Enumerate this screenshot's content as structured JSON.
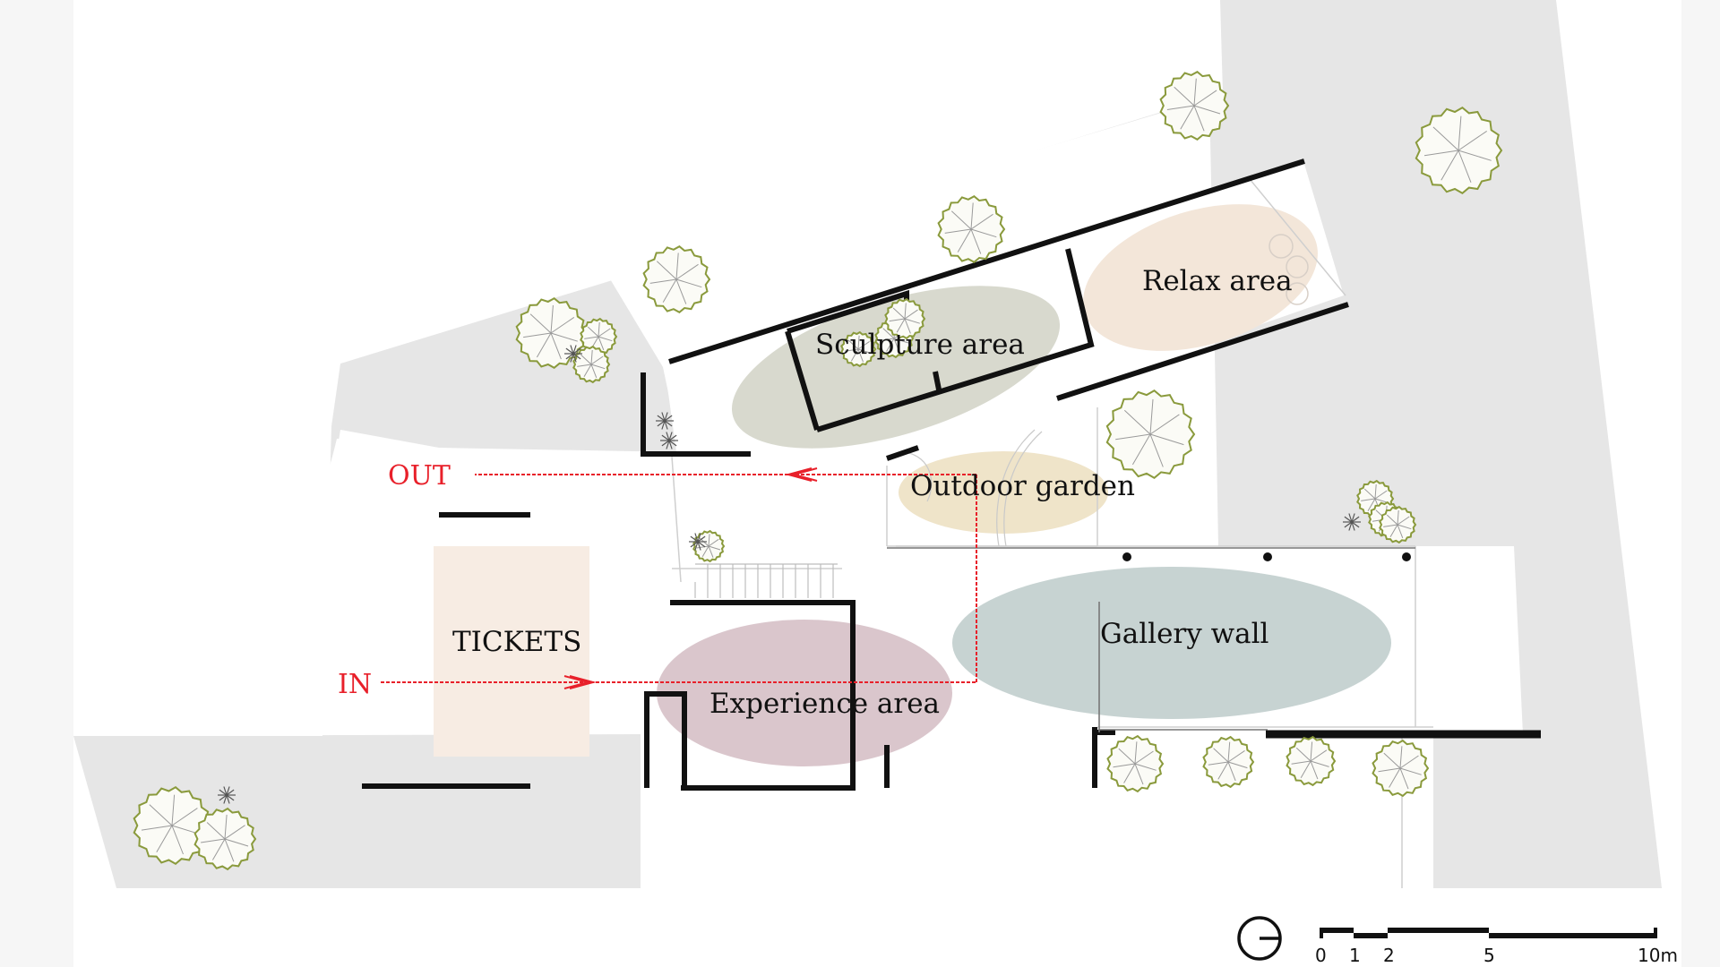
{
  "areas": {
    "relax": "Relax area",
    "sculpture": "Sculpture area",
    "outdoor_garden": "Outdoor garden",
    "gallery_wall": "Gallery wall",
    "tickets": "TICKETS",
    "experience": "Experience area"
  },
  "flow": {
    "in_label": "IN",
    "out_label": "OUT",
    "color": "#e8202a"
  },
  "scale_bar": {
    "ticks": [
      "0",
      "1",
      "2",
      "5",
      "10m"
    ]
  },
  "colors": {
    "wall": "#111111",
    "ground": "#e6e6e6",
    "paper": "#ffffff",
    "relax": "#f3e6d9",
    "sculpture": "#d6d7cb",
    "outdoor_garden": "#efe4c9",
    "gallery_wall": "#c7d3d2",
    "tickets": "#f7ece3",
    "experience": "#d8c3c9",
    "tree": "#8a9a3c"
  }
}
